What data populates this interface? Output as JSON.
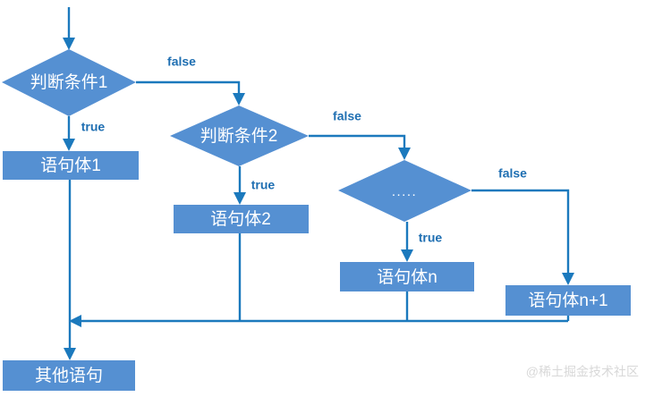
{
  "diagram": {
    "title": "switch / multi-branch if-else flowchart",
    "colors": {
      "shape_fill": "#5590d2",
      "connector": "#1b79bd",
      "label_text": "#1f6fb2",
      "node_text": "#ffffff",
      "background": "#ffffff",
      "watermark": "#d8d8d8"
    },
    "nodes": [
      {
        "id": "cond1",
        "shape": "diamond",
        "label": "判断条件1"
      },
      {
        "id": "stmt1",
        "shape": "rectangle",
        "label": "语句体1"
      },
      {
        "id": "cond2",
        "shape": "diamond",
        "label": "判断条件2"
      },
      {
        "id": "stmt2",
        "shape": "rectangle",
        "label": "语句体2"
      },
      {
        "id": "condn",
        "shape": "diamond",
        "label": "....."
      },
      {
        "id": "stmtn",
        "shape": "rectangle",
        "label": "语句体n"
      },
      {
        "id": "stmtn1",
        "shape": "rectangle",
        "label": "语句体n+1"
      },
      {
        "id": "other",
        "shape": "rectangle",
        "label": "其他语句"
      }
    ],
    "edge_labels": {
      "false1": "false",
      "true1": "true",
      "false2": "false",
      "true2": "true",
      "false3": "false",
      "true3": "true"
    },
    "watermark": "@稀土掘金技术社区"
  }
}
